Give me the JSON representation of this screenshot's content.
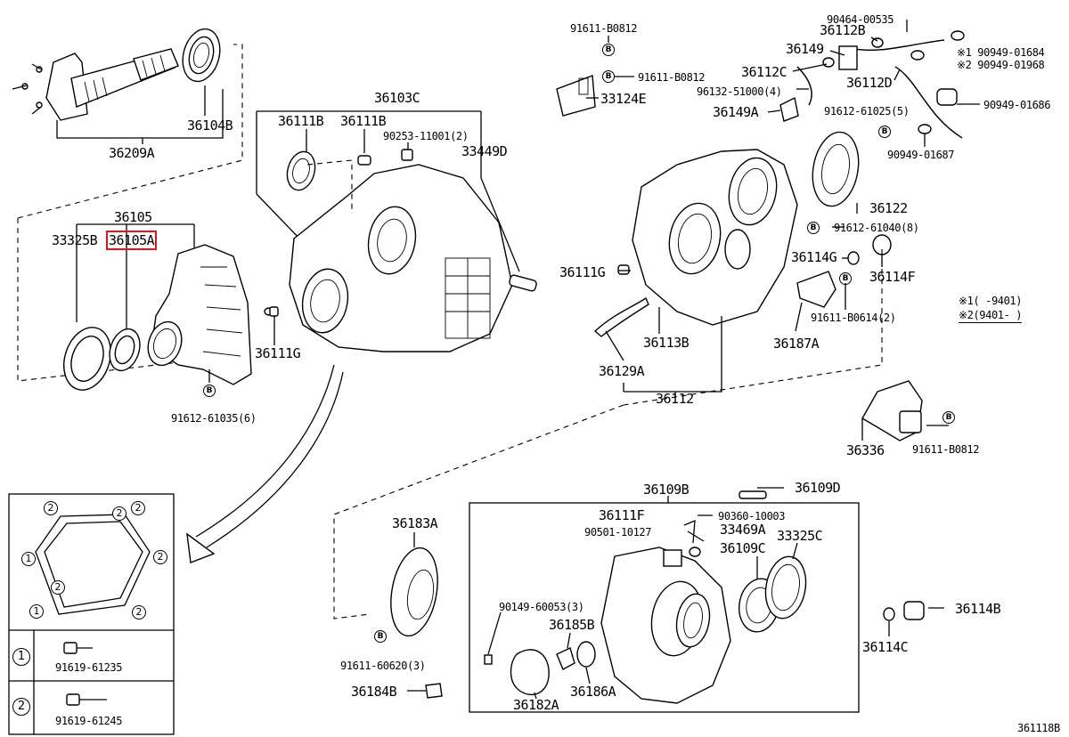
{
  "figure_code": "361118B",
  "highlight_color": "#e8121f",
  "bolt_marker": "B",
  "labels": {
    "p36104B": "36104B",
    "p36209A": "36209A",
    "p36103C": "36103C",
    "p36111B_a": "36111B",
    "p36111B_b": "36111B",
    "p90253": "90253-11001(2)",
    "p33449D": "33449D",
    "p36105": "36105",
    "p33325B": "33325B",
    "p36105A": "36105A",
    "p36111G_a": "36111G",
    "p91612_61035": "91612-61035(6)",
    "p91611_B0812_top": "91611-B0812",
    "p91611_B0812_mid": "91611-B0812",
    "p33124E": "33124E",
    "p90464": "90464-00535",
    "p36112B": "36112B",
    "p36149": "36149",
    "p90949_01684": "※1 90949-01684",
    "p90949_01968": "※2 90949-01968",
    "p36112C": "36112C",
    "p36112D": "36112D",
    "p96132": "96132-51000(4)",
    "p36149A": "36149A",
    "p91612_61025": "91612-61025(5)",
    "p90949_01686": "90949-01686",
    "p90949_01687": "90949-01687",
    "p36122": "36122",
    "p91612_61040": "91612-61040(8)",
    "p36111G_b": "36111G",
    "p36114G": "36114G",
    "p36114F": "36114F",
    "p36113B": "36113B",
    "p91611_B0614": "91611-B0614(2)",
    "p36187A": "36187A",
    "p36129A": "36129A",
    "p36112": "36112",
    "p36336": "36336",
    "p91611_B0812_bot": "91611-B0812",
    "p36109B": "36109B",
    "p36109D": "36109D",
    "p36111F": "36111F",
    "p90360": "90360-10003",
    "p90501": "90501-10127",
    "p33469A": "33469A",
    "p36109C": "36109C",
    "p33325C": "33325C",
    "p36183A": "36183A",
    "p90149": "90149-60053(3)",
    "p36185B": "36185B",
    "p36114B": "36114B",
    "p36114C": "36114C",
    "p91611_60620": "91611-60620(3)",
    "p36184B": "36184B",
    "p36182A": "36182A",
    "p36186A": "36186A"
  },
  "notes": {
    "note1_mark": "※1",
    "note1_range": "(     -9401)",
    "note2_mark": "※2",
    "note2_range": "(9401-     )"
  },
  "bolt_tightening_inset": {
    "sequence_marks": [
      "2",
      "2",
      "2",
      "1",
      "2",
      "1",
      "2",
      "2"
    ],
    "legend": [
      {
        "mark": "1",
        "part": "91619-61235"
      },
      {
        "mark": "2",
        "part": "91619-61245"
      }
    ]
  }
}
